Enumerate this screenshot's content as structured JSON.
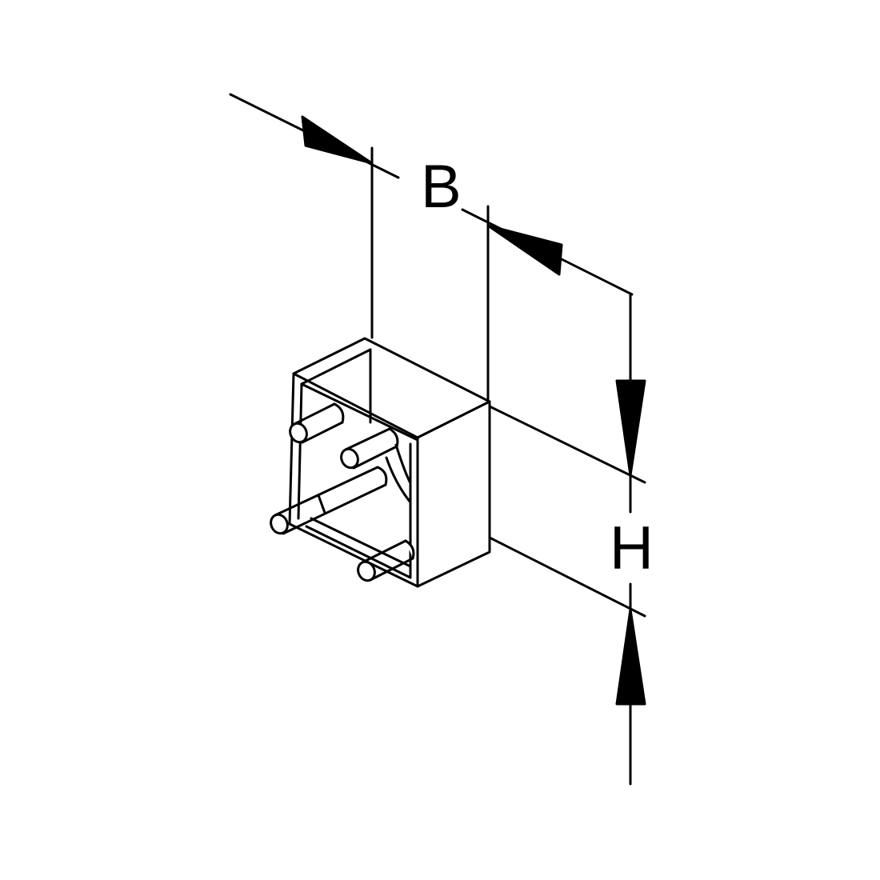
{
  "drawing": {
    "subject": "terminal-block-with-four-pins",
    "colors": {
      "line": "#000000",
      "background": "#ffffff"
    }
  },
  "dimensions": {
    "width_label": "B",
    "height_label": "H"
  }
}
